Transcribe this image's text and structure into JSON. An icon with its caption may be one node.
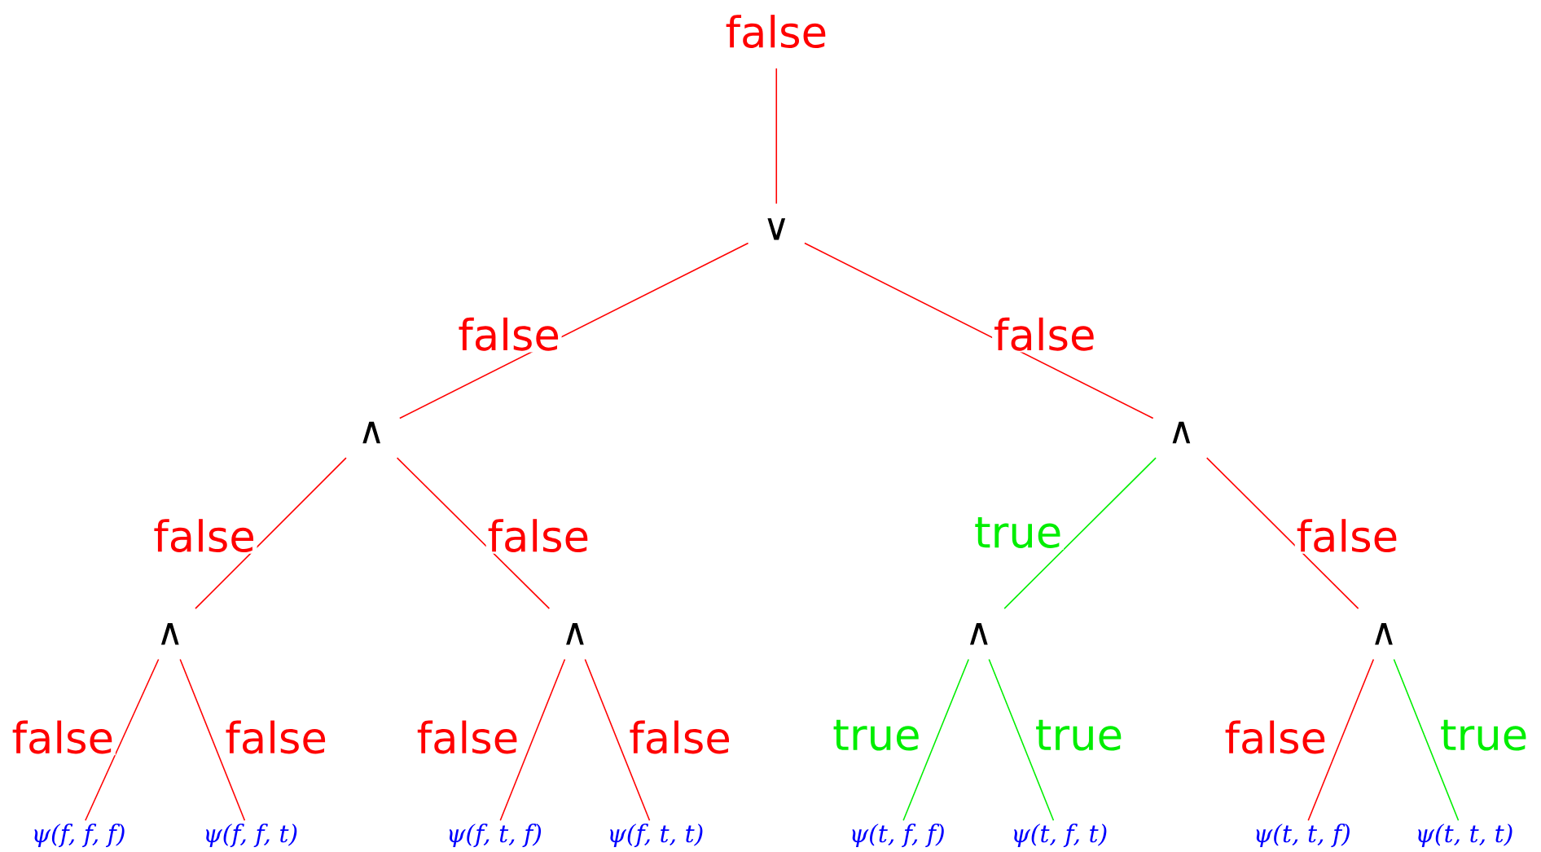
{
  "diagram": {
    "nodes": [
      {
        "text": [
          "false"
        ]
      },
      {
        "text": [
          "∨"
        ]
      },
      {
        "text": [
          "∧"
        ]
      },
      {
        "text": [
          "∧"
        ]
      },
      {
        "text": [
          "∧"
        ]
      },
      {
        "text": [
          "∧"
        ]
      },
      {
        "text": [
          "∧"
        ]
      },
      {
        "text": [
          "∧"
        ]
      },
      {
        "text": [
          "ψ(f, f, f)"
        ]
      },
      {
        "text": [
          "ψ(f, f, t)"
        ]
      },
      {
        "text": [
          "ψ(f, t, f)"
        ]
      },
      {
        "text": [
          "ψ(f, t, t)"
        ]
      },
      {
        "text": [
          "ψ(t, f, f)"
        ]
      },
      {
        "text": [
          "ψ(t, f, t)"
        ]
      },
      {
        "text": [
          "ψ(t, t, f)"
        ]
      },
      {
        "text": [
          "ψ(t, t, t)"
        ]
      }
    ],
    "edges": [
      {
        "from": 0,
        "to": 1,
        "arrow": "none"
      },
      {
        "from": 1,
        "to": 2,
        "arrow": "none",
        "label": "false"
      },
      {
        "from": 1,
        "to": 3,
        "arrow": "none",
        "label": "false"
      },
      {
        "from": 2,
        "to": 4,
        "arrow": "none",
        "label": "false"
      },
      {
        "from": 2,
        "to": 5,
        "arrow": "none",
        "label": "false"
      },
      {
        "from": 3,
        "to": 6,
        "arrow": "none",
        "label": "true",
        "color": "#00ee00"
      },
      {
        "from": 3,
        "to": 7,
        "arrow": "none",
        "label": "false"
      },
      {
        "from": 4,
        "to": 8,
        "arrow": "none",
        "label": "false"
      },
      {
        "from": 4,
        "to": 9,
        "arrow": "none",
        "label": "false"
      },
      {
        "from": 5,
        "to": 10,
        "arrow": "none",
        "label": "false"
      },
      {
        "from": 5,
        "to": 11,
        "arrow": "none",
        "label": "false"
      },
      {
        "from": 6,
        "to": 12,
        "arrow": "none",
        "label": "true",
        "color": "#00ee00"
      },
      {
        "from": 6,
        "to": 13,
        "arrow": "none",
        "label": "true",
        "color": "#00ee00"
      },
      {
        "from": 7,
        "to": 14,
        "arrow": "none",
        "label": "false"
      },
      {
        "from": 7,
        "to": 15,
        "arrow": "none",
        "label": "true",
        "color": "#00ee00"
      }
    ]
  }
}
